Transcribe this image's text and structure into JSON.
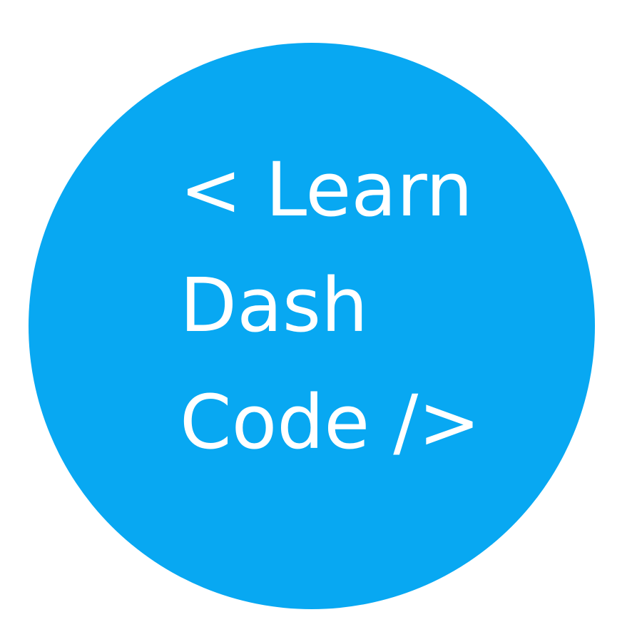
{
  "logo": {
    "background_color": "#ffffff",
    "circle_color": "#08a8f2",
    "text_color": "#ffffff",
    "lines": [
      "< Learn",
      "Dash",
      "Code />"
    ]
  }
}
